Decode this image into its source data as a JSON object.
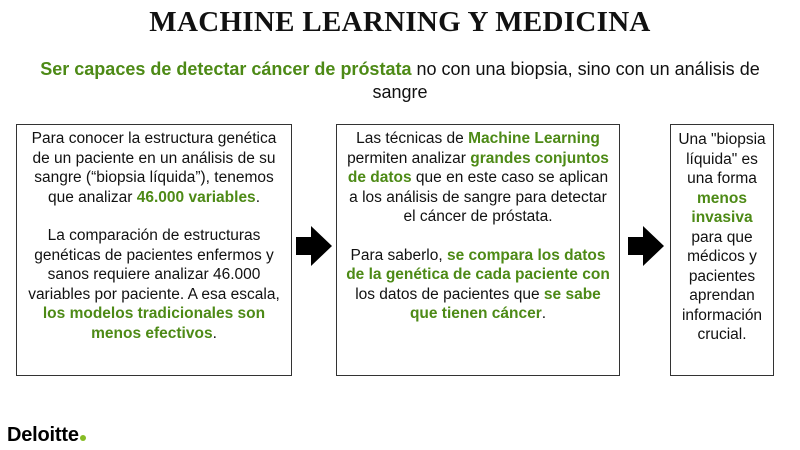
{
  "title": "MACHINE LEARNING Y MEDICINA",
  "subtitle": {
    "highlight": "Ser capaces de detectar cáncer de próstata",
    "rest": " no con una biopsia, sino con un análisis de sangre"
  },
  "box1": {
    "p1": {
      "text": "Para conocer la estructura genética de un paciente en un análisis de su sangre (“biopsia líquida”), tenemos que analizar ",
      "highlight": "46.000 variables",
      "end": "."
    },
    "p2": {
      "text": "La comparación de estructuras genéticas de pacientes enfermos y sanos requiere analizar 46.000 variables por paciente. A esa escala, ",
      "highlight": "los modelos tradicionales son menos efectivos",
      "end": "."
    }
  },
  "box2": {
    "p1": {
      "t1": "Las técnicas de ",
      "h1": "Machine Learning",
      "t2": " permiten analizar ",
      "h2": "grandes conjuntos de datos",
      "t3": " que en este caso se aplican a los análisis de sangre para detectar el cáncer de próstata."
    },
    "p2": {
      "t1": "Para saberlo, ",
      "h1": "se compara los datos de la genética de cada paciente con",
      "t2": " los datos de pacientes que ",
      "h2": "se sabe que tienen cáncer",
      "t3": "."
    }
  },
  "box3": {
    "t1": "Una \"biopsia líquida\" es una forma ",
    "h1": "menos invasiva",
    "t2": " para que médicos y pacientes aprendan información crucial."
  },
  "logo": {
    "text": "Deloitte",
    "dot_color": "#86bc25"
  },
  "colors": {
    "highlight": "#4d8a16",
    "text": "#111111"
  },
  "icons": [
    "right-arrow-icon",
    "right-arrow-icon"
  ]
}
